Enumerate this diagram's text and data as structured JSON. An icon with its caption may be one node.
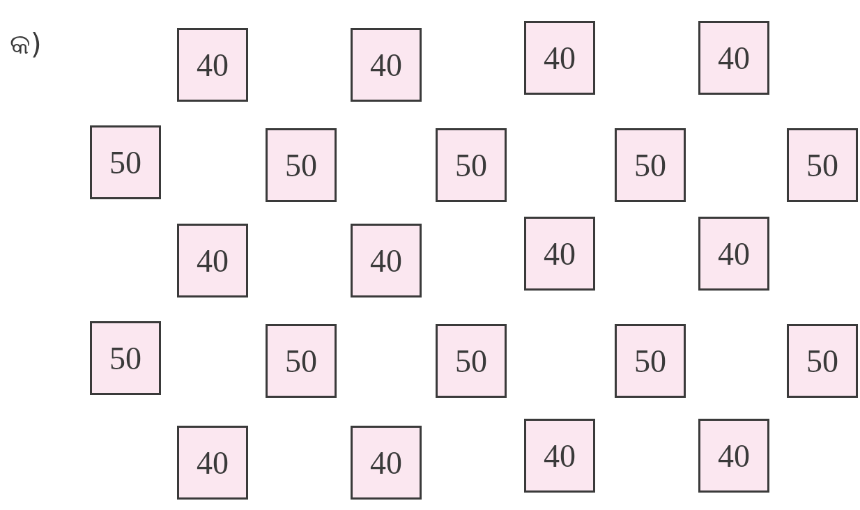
{
  "diagram": {
    "nodes": [
      {
        "text": [
          "40"
        ]
      },
      {
        "text": [
          "40"
        ]
      },
      {
        "text": [
          "40"
        ]
      },
      {
        "text": [
          "40"
        ]
      },
      {
        "text": [
          "50"
        ]
      },
      {
        "text": [
          "50"
        ]
      },
      {
        "text": [
          "50"
        ]
      },
      {
        "text": [
          "50"
        ]
      },
      {
        "text": [
          "50"
        ]
      },
      {
        "text": [
          "40"
        ]
      },
      {
        "text": [
          "40"
        ]
      },
      {
        "text": [
          "40"
        ]
      },
      {
        "text": [
          "40"
        ]
      },
      {
        "text": [
          "50"
        ]
      },
      {
        "text": [
          "50"
        ]
      },
      {
        "text": [
          "50"
        ]
      },
      {
        "text": [
          "50"
        ]
      },
      {
        "text": [
          "50"
        ]
      },
      {
        "text": [
          "40"
        ]
      },
      {
        "text": [
          "40"
        ]
      },
      {
        "text": [
          "40"
        ]
      },
      {
        "text": [
          "40"
        ]
      }
    ],
    "labels": [
      "କ)"
    ]
  }
}
